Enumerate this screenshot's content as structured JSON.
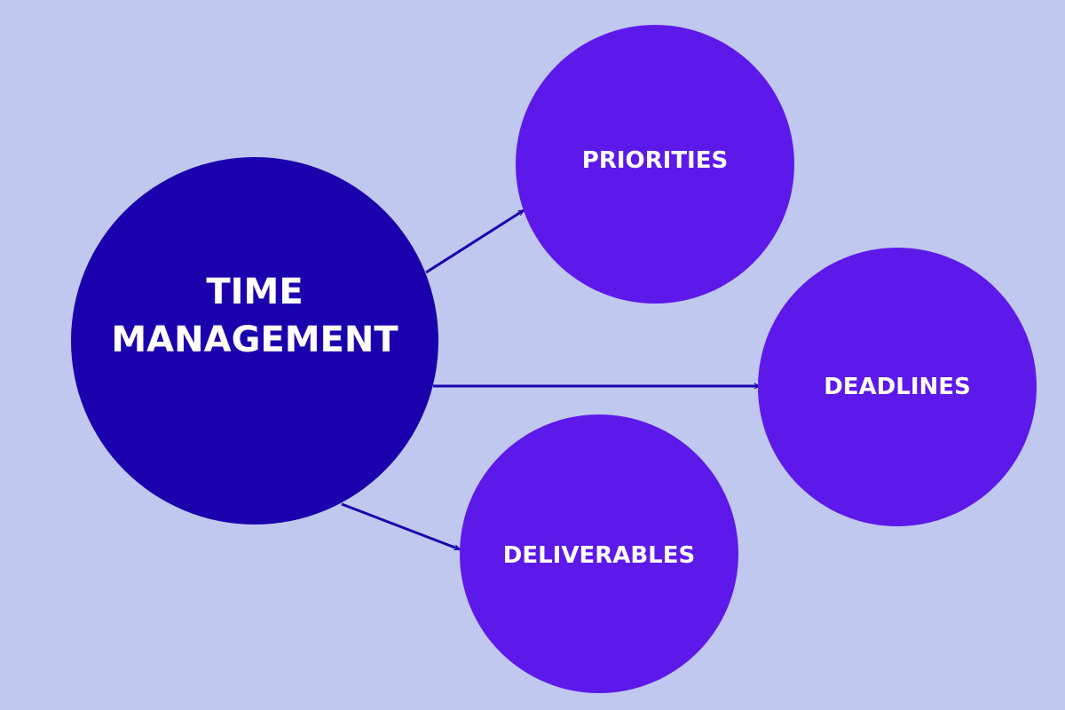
{
  "diagram": {
    "colors": {
      "background": "#c1c8ef",
      "center_fill": "#1b00ad",
      "child_fill": "#5c19ea",
      "arrow": "#1b00ad",
      "text": "#ffffff"
    },
    "center": {
      "line1": "TIME",
      "line2": "MANAGEMENT"
    },
    "children": [
      {
        "label": "PRIORITIES"
      },
      {
        "label": "DEADLINES"
      },
      {
        "label": "DELIVERABLES"
      }
    ]
  }
}
